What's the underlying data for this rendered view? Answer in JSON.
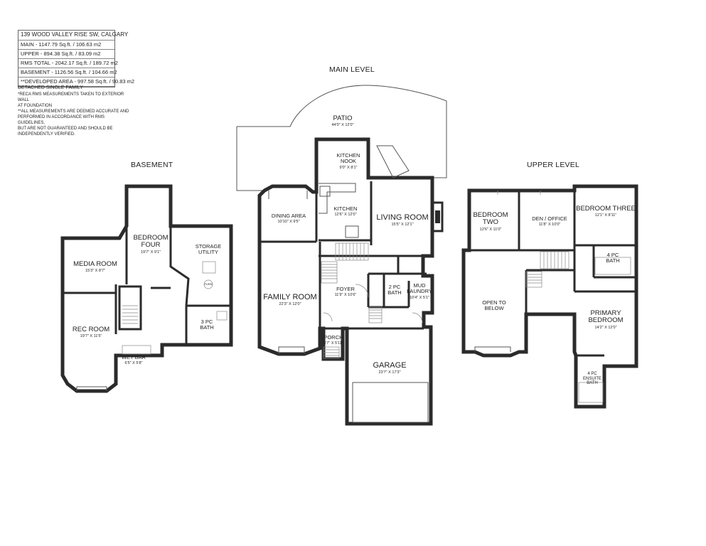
{
  "legend": {
    "address": "139 WOOD VALLEY RISE SW, CALGARY",
    "rows": [
      "MAIN - 1147.79 Sq.ft. / 106.63 m2",
      "UPPER - 894.38 Sq.ft. / 83.09 m2",
      "RMS TOTAL - 2042.17 Sq.ft. / 189.72 m2",
      "BASEMENT - 1126.56 Sq.ft. / 104.66 m2",
      "**DEVELOPED AREA - 997.58 Sq.ft. / 90.83 m2"
    ],
    "type": "DETACHED SINGLE FAMILY",
    "notes": [
      "*RECA RMS MEASUREMENTS TAKEN TO EXTERIOR WALL",
      "AT FOUNDATION",
      "**ALL MEASUREMENTS ARE DEEMED ACCURATE AND",
      "PERFORMED IN ACCORDANCE WITH RMS GUIDELINES,",
      "BUT ARE NOT GUARANTEED AND SHOULD BE",
      "INDEPENDENTLY VERIFIED."
    ]
  },
  "levels": {
    "main": "MAIN LEVEL",
    "basement": "BASEMENT",
    "upper": "UPPER LEVEL"
  },
  "rooms": {
    "main": [
      {
        "name": "PATIO",
        "dims": "44'0\" X 12'0\""
      },
      {
        "name": "KITCHEN",
        "name2": "NOOK",
        "dims": "9'0\" X 8'1\""
      },
      {
        "name": "DINING AREA",
        "dims": "10'10\" X 9'5\""
      },
      {
        "name": "KITCHEN",
        "dims": "12'6\" X 12'0\""
      },
      {
        "name": "LIVING ROOM",
        "dims": "15'5\" X 12'1\""
      },
      {
        "name": "FAMILY ROOM",
        "dims": "22'3\" X 12'0\""
      },
      {
        "name": "FOYER",
        "dims": "11'9\" X 10'6\""
      },
      {
        "name": "2 PC",
        "name2": "BATH",
        "dims": ""
      },
      {
        "name": "MUD",
        "name2": "LAUNDRY",
        "dims": "10'4\" X 5'1\""
      },
      {
        "name": "PORCH",
        "dims": "4'7\" X 5'11\""
      },
      {
        "name": "GARAGE",
        "dims": "23'7\" X 17'3\""
      }
    ],
    "basement": [
      {
        "name": "MEDIA ROOM",
        "dims": "15'3\" X 8'7\""
      },
      {
        "name": "BEDROOM",
        "name2": "FOUR",
        "dims": "19'7\" X 9'1\""
      },
      {
        "name": "STORAGE",
        "name2": "UTILITY",
        "dims": ""
      },
      {
        "name": "REC ROOM",
        "dims": "19'7\" X 11'5\""
      },
      {
        "name": "3 PC",
        "name2": "BATH",
        "dims": ""
      },
      {
        "name": "WET BAR",
        "dims": "6'5\" X 5'8\""
      }
    ],
    "upper": [
      {
        "name": "BEDROOM",
        "name2": "TWO",
        "dims": "12'6\" X 11'0\""
      },
      {
        "name": "DEN / OFFICE",
        "dims": "11'8\" X 10'0\""
      },
      {
        "name": "BEDROOM THREE",
        "dims": "12'1\" X 8'11\""
      },
      {
        "name": "4 PC",
        "name2": "BATH",
        "dims": ""
      },
      {
        "name": "OPEN TO",
        "name2": "BELOW",
        "dims": ""
      },
      {
        "name": "PRIMARY",
        "name2": "BEDROOM",
        "dims": "14'2\" X 12'0\""
      },
      {
        "name": "4 PC",
        "name2": "ENSUITE",
        "name3": "BATH",
        "dims": ""
      }
    ]
  },
  "fixtures": {
    "furnace": "FURN"
  }
}
